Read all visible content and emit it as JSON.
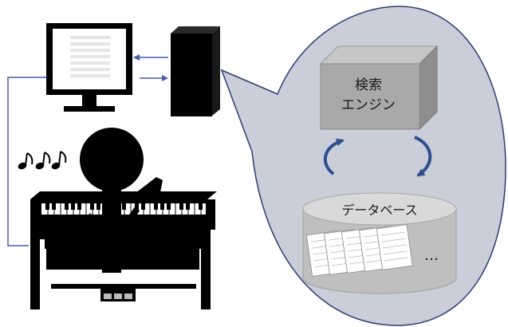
{
  "diagram": {
    "engine": {
      "line1": "検索",
      "line2": "エンジン"
    },
    "database": {
      "label": "データベース",
      "more": "…"
    },
    "colors": {
      "bubble": "#c9ced8",
      "bubble_border": "#2d3b73",
      "box_front": "#a9a9a9",
      "box_top": "#c6c6c6",
      "box_side": "#8e8e8e",
      "db_body": "#bfbfbf",
      "db_top": "#d9d9d9",
      "arrow": "#2f4f8f",
      "line": "#4a5aa8",
      "black": "#000000"
    },
    "icons": [
      "monitor-icon",
      "computer-tower-icon",
      "music-notes-icon",
      "piano-icon",
      "person-icon",
      "search-engine-box-icon",
      "database-cylinder-icon",
      "sheet-music-icon"
    ]
  }
}
